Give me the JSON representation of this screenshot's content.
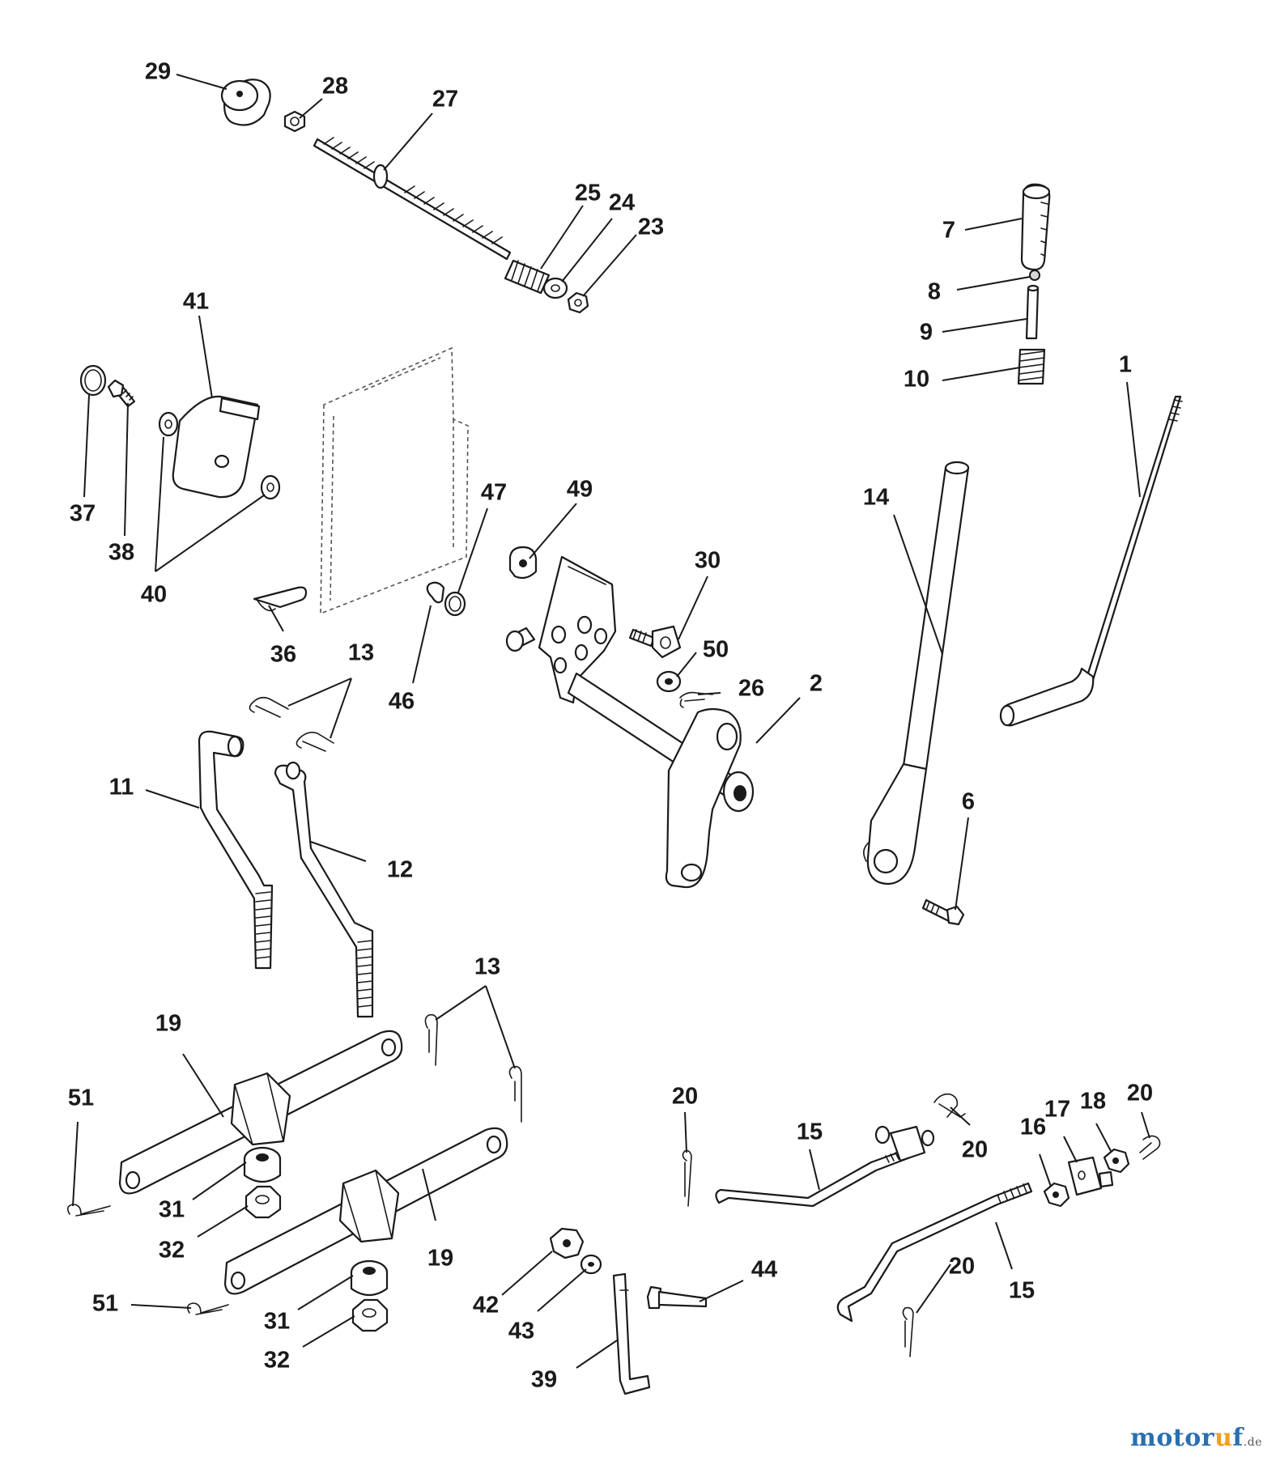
{
  "diagram": {
    "callouts": {
      "c29": "29",
      "c28": "28",
      "c27": "27",
      "c25": "25",
      "c24": "24",
      "c23": "23",
      "c7": "7",
      "c8": "8",
      "c9": "9",
      "c10": "10",
      "c1": "1",
      "c41": "41",
      "c37": "37",
      "c38": "38",
      "c40": "40",
      "c36": "36",
      "c47": "47",
      "c46": "46",
      "c49": "49",
      "c30": "30",
      "c50": "50",
      "c26": "26",
      "c2": "2",
      "c14": "14",
      "c6": "6",
      "c13a": "13",
      "c11": "11",
      "c12": "12",
      "c13b": "13",
      "c19a": "19",
      "c19b": "19",
      "c51a": "51",
      "c51b": "51",
      "c31a": "31",
      "c32a": "32",
      "c31b": "31",
      "c32b": "32",
      "c42": "42",
      "c43": "43",
      "c44": "44",
      "c39": "39",
      "c20a": "20",
      "c20b": "20",
      "c20c": "20",
      "c20d": "20",
      "c15a": "15",
      "c15b": "15",
      "c16": "16",
      "c17": "17",
      "c18": "18"
    },
    "colors": {
      "ink": "#1a1a1a",
      "background": "#ffffff",
      "logo_blue": "#2a6fb0",
      "logo_orange": "#f0a020"
    }
  },
  "watermark": {
    "main": "motor",
    "accent": "u",
    "rest": "f",
    "tld": ".de"
  }
}
